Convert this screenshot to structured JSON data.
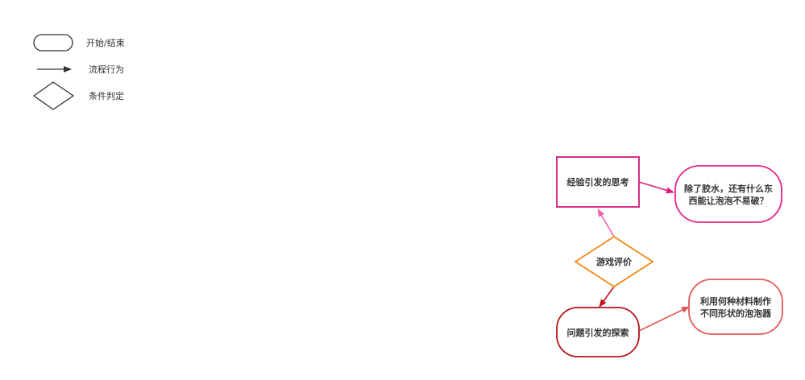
{
  "legend": {
    "start_end": "开始/结束",
    "flow": "流程行为",
    "decision": "条件判定"
  },
  "nodes": {
    "experience": "经验引发的思考",
    "question_glue": [
      "除了胶水，还有什么东",
      "西能让泡泡不易破？"
    ],
    "game_eval": "游戏评价",
    "problem_explore": "问题引发的探索",
    "question_material": [
      "利用何种材料制作",
      "不同形状的泡泡器"
    ]
  },
  "colors": {
    "legend_stroke": "#333333",
    "experience": "#d6177a",
    "question_glue": "#e6228c",
    "game_eval": "#f08a1c",
    "problem_explore": "#b3141b",
    "question_material": "#e05a5a",
    "arrow_to_experience": "#f060b0",
    "arrow_to_glue": "#e0187f",
    "arrow_to_problem": "#c0101a",
    "arrow_to_material": "#e05555"
  }
}
